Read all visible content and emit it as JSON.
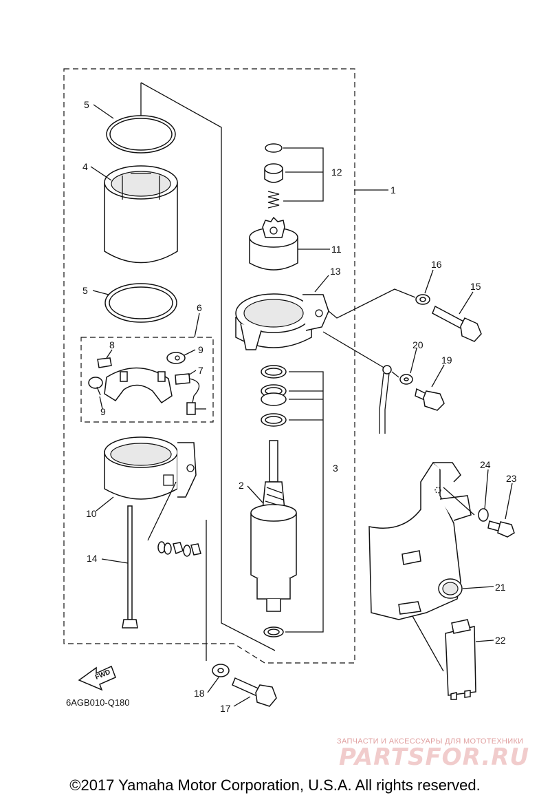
{
  "callouts": {
    "c1": "1",
    "c2": "2",
    "c3": "3",
    "c4": "4",
    "c5a": "5",
    "c5b": "5",
    "c6": "6",
    "c7": "7",
    "c8": "8",
    "c9a": "9",
    "c9b": "9",
    "c10": "10",
    "c11": "11",
    "c12": "12",
    "c13": "13",
    "c14": "14",
    "c15": "15",
    "c16": "16",
    "c17": "17",
    "c18": "18",
    "c19": "19",
    "c20": "20",
    "c21": "21",
    "c22": "22",
    "c23": "23",
    "c24": "24"
  },
  "fwd_label": "FWD",
  "figure_code": "6AGB010-Q180",
  "watermark": {
    "tagline": "ЗАПЧАСТИ И АКСЕССУАРЫ ДЛЯ МОТОТЕХНИКИ",
    "logo": "PARTSFOR.RU"
  },
  "copyright": "©2017 Yamaha Motor Corporation, U.S.A. All rights reserved.",
  "colors": {
    "line": "#111111",
    "watermark": "#e0a0a0",
    "background": "#ffffff"
  }
}
